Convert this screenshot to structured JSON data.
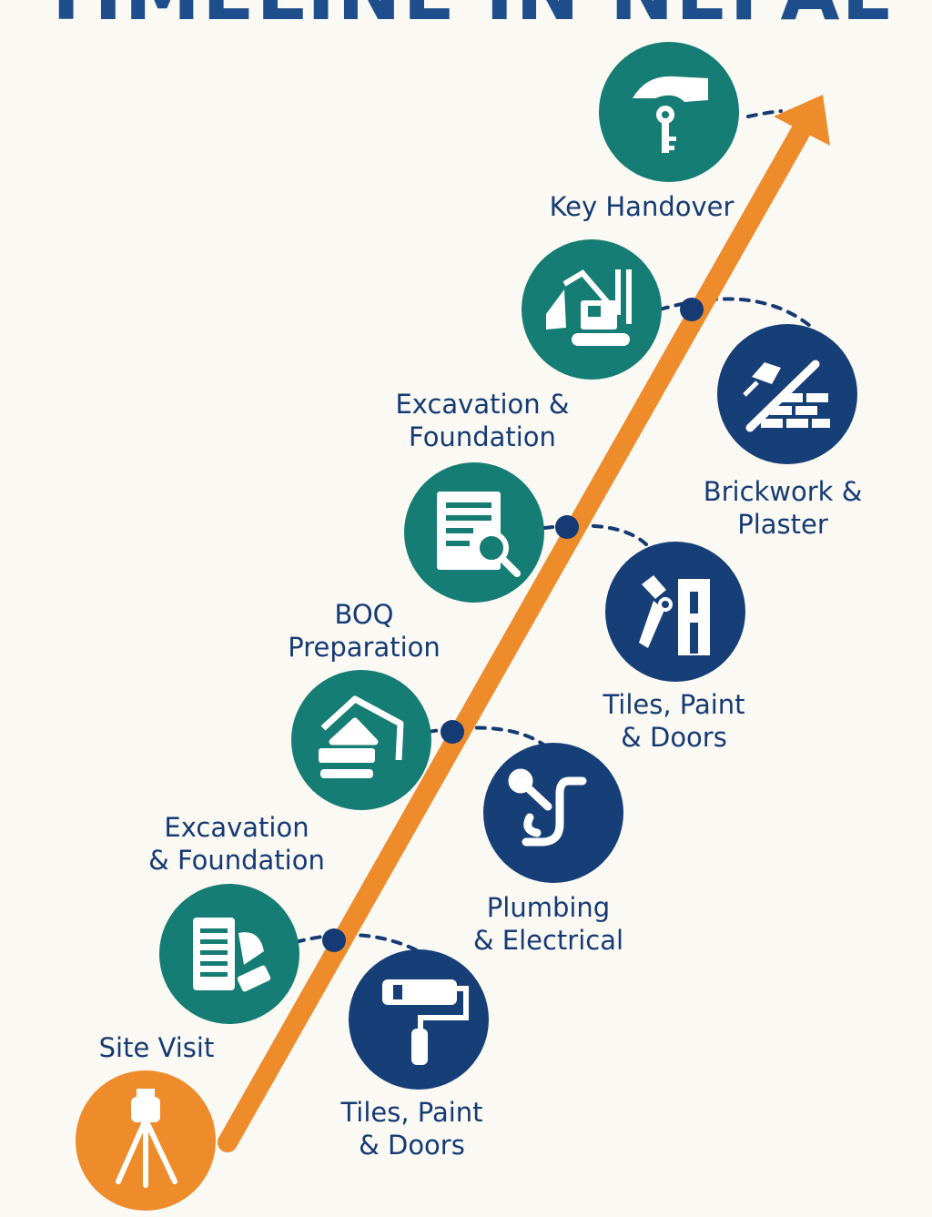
{
  "title": "TIMELINE IN NEPAL",
  "colors": {
    "background": "#fbf9f4",
    "title": "#1f4e8c",
    "label": "#163a73",
    "teal": "#157d73",
    "navy": "#163f78",
    "orange": "#ee8b2b",
    "dot": "#163a73"
  },
  "steps": [
    {
      "label": "Site Visit",
      "icon": "surveyor-tripod-icon",
      "color": "orange"
    },
    {
      "label": "Excavation\n& Foundation",
      "icon": "document-blueprint-icon",
      "color": "teal"
    },
    {
      "label": "Tiles, Paint\n& Doors",
      "icon": "paint-roller-icon",
      "color": "navy"
    },
    {
      "label": "BOQ\nPreparation",
      "icon": "excavator-bucket-icon",
      "color": "teal"
    },
    {
      "label": "Plumbing\n& Electrical",
      "icon": "wrench-pipe-icon",
      "color": "navy"
    },
    {
      "label": "Excavation &\nFoundation",
      "icon": "document-search-icon",
      "color": "teal"
    },
    {
      "label": "Tiles, Paint\n& Doors",
      "icon": "trowel-door-icon",
      "color": "navy"
    },
    {
      "label": "Brickwork &\nPlaster",
      "icon": "trowel-brick-icon",
      "color": "navy"
    },
    {
      "label": "Key Handover",
      "icon": "hand-key-icon",
      "color": "teal"
    }
  ]
}
